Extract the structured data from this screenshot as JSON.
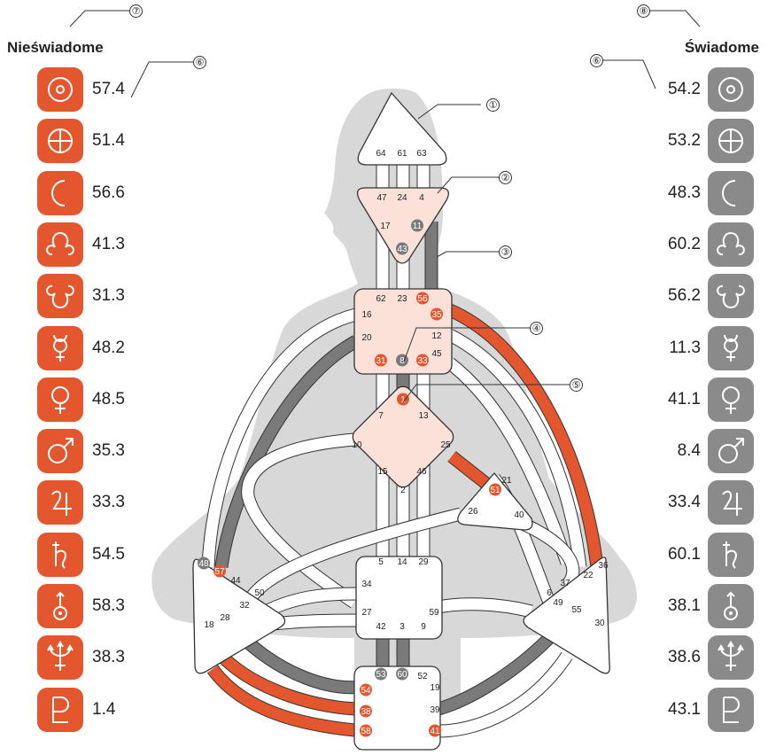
{
  "left_column": {
    "title": "Nieświadome",
    "color": "#e4572e",
    "rows": [
      {
        "icon": "sun-icon",
        "value": "57.4"
      },
      {
        "icon": "earth-icon",
        "value": "51.4"
      },
      {
        "icon": "moon-icon",
        "value": "56.6"
      },
      {
        "icon": "north-node-icon",
        "value": "41.3"
      },
      {
        "icon": "south-node-icon",
        "value": "31.3"
      },
      {
        "icon": "mercury-icon",
        "value": "48.2"
      },
      {
        "icon": "venus-icon",
        "value": "48.5"
      },
      {
        "icon": "mars-icon",
        "value": "35.3"
      },
      {
        "icon": "jupiter-icon",
        "value": "33.3"
      },
      {
        "icon": "saturn-icon",
        "value": "54.5"
      },
      {
        "icon": "uranus-icon",
        "value": "58.3"
      },
      {
        "icon": "neptune-icon",
        "value": "38.3"
      },
      {
        "icon": "pluto-icon",
        "value": "1.4"
      }
    ]
  },
  "right_column": {
    "title": "Świadome",
    "color": "#8a8a8a",
    "rows": [
      {
        "icon": "sun-icon",
        "value": "54.2"
      },
      {
        "icon": "earth-icon",
        "value": "53.2"
      },
      {
        "icon": "moon-icon",
        "value": "48.3"
      },
      {
        "icon": "north-node-icon",
        "value": "60.2"
      },
      {
        "icon": "south-node-icon",
        "value": "56.2"
      },
      {
        "icon": "mercury-icon",
        "value": "11.3"
      },
      {
        "icon": "venus-icon",
        "value": "41.1"
      },
      {
        "icon": "mars-icon",
        "value": "8.4"
      },
      {
        "icon": "jupiter-icon",
        "value": "33.4"
      },
      {
        "icon": "saturn-icon",
        "value": "60.1"
      },
      {
        "icon": "uranus-icon",
        "value": "38.1"
      },
      {
        "icon": "neptune-icon",
        "value": "38.6"
      },
      {
        "icon": "pluto-icon",
        "value": "43.1"
      }
    ]
  },
  "callouts": [
    "①",
    "②",
    "③",
    "④",
    "⑤",
    "⑥",
    "⑦",
    "⑧"
  ],
  "centers": {
    "head": {
      "gates": [
        "64",
        "61",
        "63"
      ]
    },
    "ajna": {
      "gates": [
        "47",
        "24",
        "4",
        "17",
        "11",
        "43"
      ]
    },
    "throat": {
      "gates": [
        "62",
        "23",
        "56",
        "16",
        "35",
        "20",
        "12",
        "45",
        "31",
        "8",
        "33"
      ]
    },
    "g": {
      "gates": [
        "1",
        "7",
        "13",
        "10",
        "25",
        "15",
        "46",
        "2"
      ]
    },
    "heart": {
      "gates": [
        "21",
        "51",
        "26",
        "40"
      ]
    },
    "sacral": {
      "gates": [
        "5",
        "14",
        "29",
        "34",
        "27",
        "59",
        "42",
        "3",
        "9"
      ]
    },
    "spleen": {
      "gates": [
        "48",
        "57",
        "44",
        "50",
        "32",
        "28",
        "18"
      ]
    },
    "solar_plexus": {
      "gates": [
        "36",
        "22",
        "37",
        "6",
        "49",
        "55",
        "30"
      ]
    },
    "root": {
      "gates": [
        "53",
        "60",
        "52",
        "54",
        "19",
        "38",
        "39",
        "58",
        "41"
      ]
    }
  },
  "colors": {
    "unconscious": "#e4572e",
    "conscious": "#7a7a7a",
    "defined_center": "#fbe1d8",
    "silhouette": "#d6d6d6"
  }
}
